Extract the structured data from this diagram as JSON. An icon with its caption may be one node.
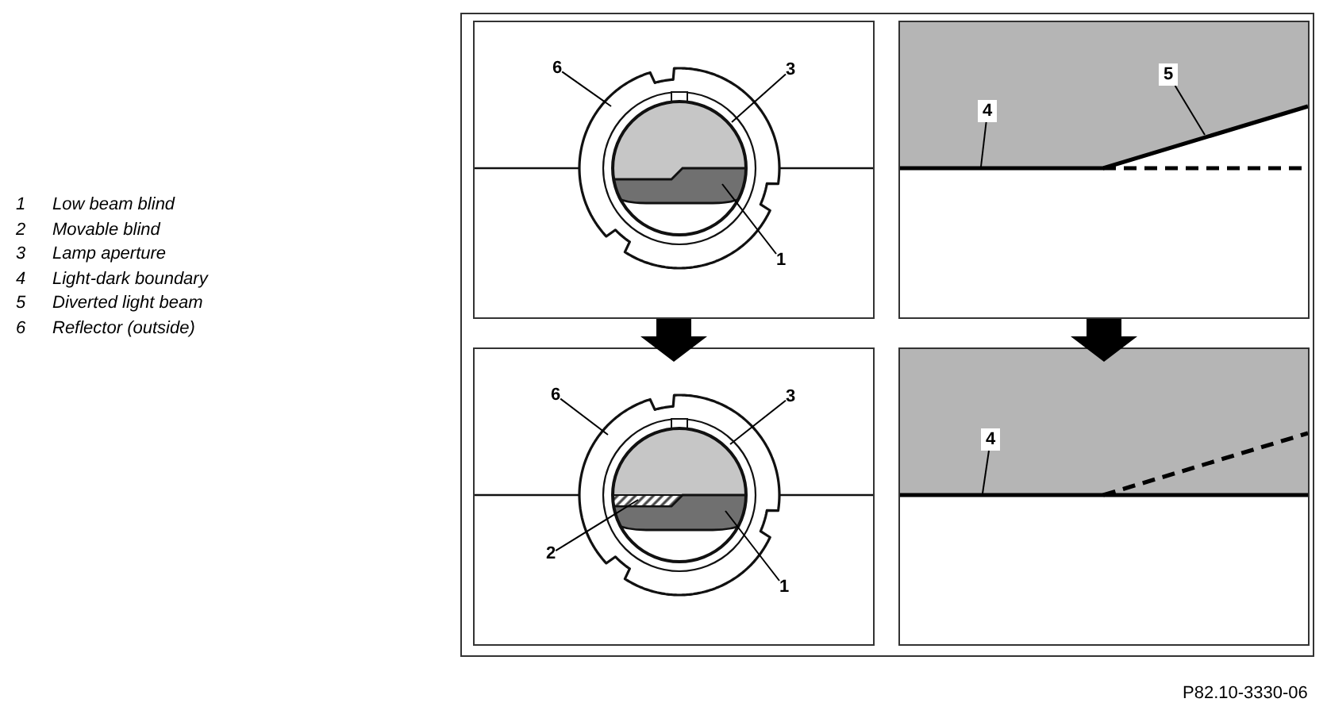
{
  "diagram": {
    "nodes": [
      {
        "text": [],
        "shape": "box"
      },
      {
        "text": [
          "6"
        ],
        "in": 0
      },
      {
        "text": [
          "3"
        ],
        "in": 0
      },
      {
        "text": [
          "1"
        ],
        "in": 0
      },
      {
        "text": [],
        "shape": "box"
      },
      {
        "text": [
          "4"
        ],
        "in": 4
      },
      {
        "text": [
          "5"
        ],
        "in": 4
      },
      {
        "text": [],
        "shape": "box"
      },
      {
        "text": [
          "6"
        ],
        "in": 7
      },
      {
        "text": [
          "3"
        ],
        "in": 7
      },
      {
        "text": [
          "2"
        ],
        "in": 7
      },
      {
        "text": [
          "1"
        ],
        "in": 7
      },
      {
        "text": [],
        "shape": "box"
      },
      {
        "text": [
          "4"
        ],
        "in": 12
      }
    ],
    "edges": [
      {
        "from": 1,
        "to": null,
        "arrow": "none"
      },
      {
        "from": 2,
        "to": null,
        "arrow": "none"
      },
      {
        "from": 3,
        "to": null,
        "arrow": "none"
      },
      {
        "from": 5,
        "to": null,
        "arrow": "none"
      },
      {
        "from": 6,
        "to": null,
        "arrow": "none"
      },
      {
        "from": 0,
        "to": 7,
        "arrow": "to",
        "style": "thick"
      },
      {
        "from": 4,
        "to": 12,
        "arrow": "to",
        "style": "thick"
      },
      {
        "from": 8,
        "to": null,
        "arrow": "none"
      },
      {
        "from": 9,
        "to": null,
        "arrow": "none"
      },
      {
        "from": 10,
        "to": null,
        "arrow": "none"
      },
      {
        "from": 11,
        "to": null,
        "arrow": "none"
      },
      {
        "from": 13,
        "to": null,
        "arrow": "none"
      }
    ],
    "labels": [
      "1",
      "Low beam blind",
      "2",
      "Movable blind",
      "3",
      "Lamp aperture",
      "4",
      "Light-dark boundary",
      "5",
      "Diverted light beam",
      "6",
      "Reflector (outside)",
      "P82.10-3330-06"
    ]
  }
}
